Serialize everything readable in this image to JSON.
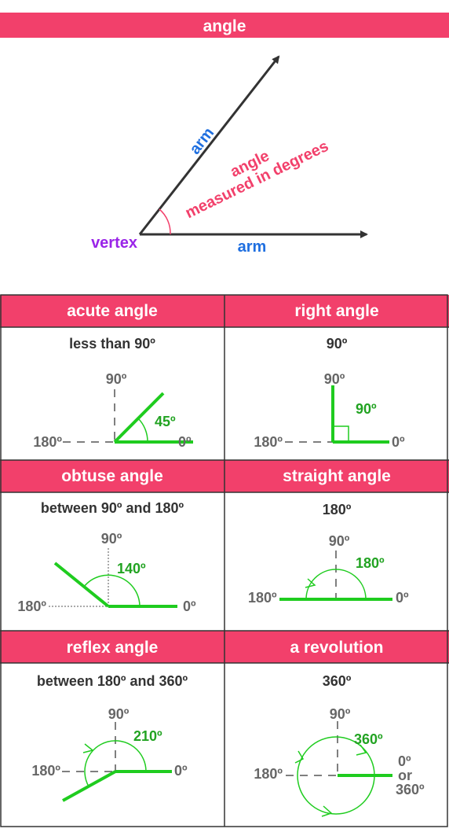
{
  "colors": {
    "banner": "#f2406b",
    "angle_text": "#f2406b",
    "arm_text": "#1f6fe0",
    "vertex_text": "#9a24e8",
    "green": "#1fcc1f",
    "green_text": "#22a322",
    "gray_text": "#666666",
    "dark_text": "#333333",
    "lines": "#333333"
  },
  "header": {
    "title": "angle"
  },
  "main_diagram": {
    "arm_top": "arm",
    "arm_bottom": "arm",
    "angle_word": "angle",
    "measured": "measured in degrees",
    "vertex": "vertex"
  },
  "cells": {
    "acute": {
      "title": "acute angle",
      "desc": "less than 90º",
      "label_90": "90º",
      "label_180": "180º",
      "label_0": "0º",
      "angle": "45º"
    },
    "right": {
      "title": "right angle",
      "desc": "90º",
      "label_90": "90º",
      "label_180": "180º",
      "label_0": "0º",
      "angle": "90º"
    },
    "obtuse": {
      "title": "obtuse angle",
      "desc": "between 90º and 180º",
      "label_90": "90º",
      "label_180": "180º",
      "label_0": "0º",
      "angle": "140º"
    },
    "straight": {
      "title": "straight angle",
      "desc": "180º",
      "label_90": "90º",
      "label_180": "180º",
      "label_0": "0º",
      "angle": "180º"
    },
    "reflex": {
      "title": "reflex angle",
      "desc": "between 180º and 360º",
      "label_90": "90º",
      "label_180": "180º",
      "label_0": "0º",
      "angle": "210º"
    },
    "revolution": {
      "title": "a revolution",
      "desc": "360º",
      "label_90": "90º",
      "label_180": "180º",
      "label_0": "0º",
      "label_or": "or",
      "label_360": "360º",
      "angle": "360º"
    }
  }
}
